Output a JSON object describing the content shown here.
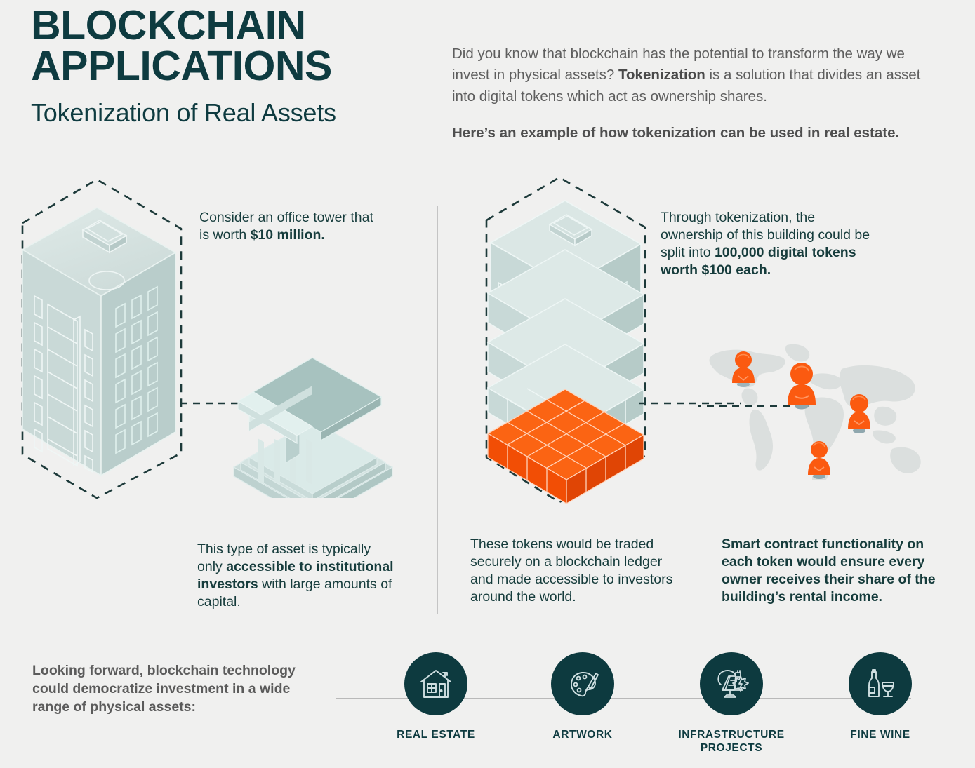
{
  "header": {
    "title_line1": "BLOCKCHAIN",
    "title_line2": "APPLICATIONS",
    "subtitle": "Tokenization of Real Assets",
    "intro_part1": "Did you know that blockchain has the potential to transform the way we invest in physical assets? ",
    "intro_bold": "Tokenization",
    "intro_part2": " is a solution that divides an asset into digital tokens which act as ownership shares.",
    "intro_cta": "Here’s an example of how tokenization can be used in real estate."
  },
  "callouts": {
    "left_top_part1": "Consider an office tower that is worth ",
    "left_top_bold": "$10 million.",
    "left_bottom_part1": "This type of asset is typically only ",
    "left_bottom_bold1": "accessible to institutional investors",
    "left_bottom_part2": " with large amounts of capital.",
    "right_top_part1": "Through tokenization, the ownership of this building could be split into ",
    "right_top_bold": "100,000 digital tokens worth $100 each.",
    "middle_bottom": "These tokens would be traded securely on a blockchain ledger and made accessible to investors around the world.",
    "right_bottom": "Smart contract functionality on each token would ensure every owner receives their share of the building’s rental income."
  },
  "footer": {
    "intro": "Looking forward, blockchain technology could democratize investment in a wide range of physical assets:",
    "assets": [
      {
        "label": "REAL ESTATE",
        "icon": "house-icon"
      },
      {
        "label": "ARTWORK",
        "icon": "palette-icon"
      },
      {
        "label": "INFRASTRUCTURE PROJECTS",
        "icon": "solar-panel-icon"
      },
      {
        "label": "FINE WINE",
        "icon": "wine-bottle-glass-icon"
      }
    ]
  },
  "illustrations": {
    "office_tower": "isometric-office-tower",
    "institution": "isometric-bank-building",
    "tokenized_tower": "isometric-exploded-tower-with-orange-token-blocks",
    "world_map": "world-map-with-investor-pins",
    "investor_pin_count": 4
  },
  "colors": {
    "background": "#f0f0ef",
    "dark_teal": "#0d3a3f",
    "heading_teal": "#0e3b40",
    "body_gray": "#5e5e5e",
    "accent_orange": "#f95b11",
    "building_light": "#d6e3e1",
    "building_mid": "#c6d7d5",
    "building_dark": "#b2c6c4",
    "map_gray": "#dcdfde",
    "divider": "#c4c4c4"
  }
}
